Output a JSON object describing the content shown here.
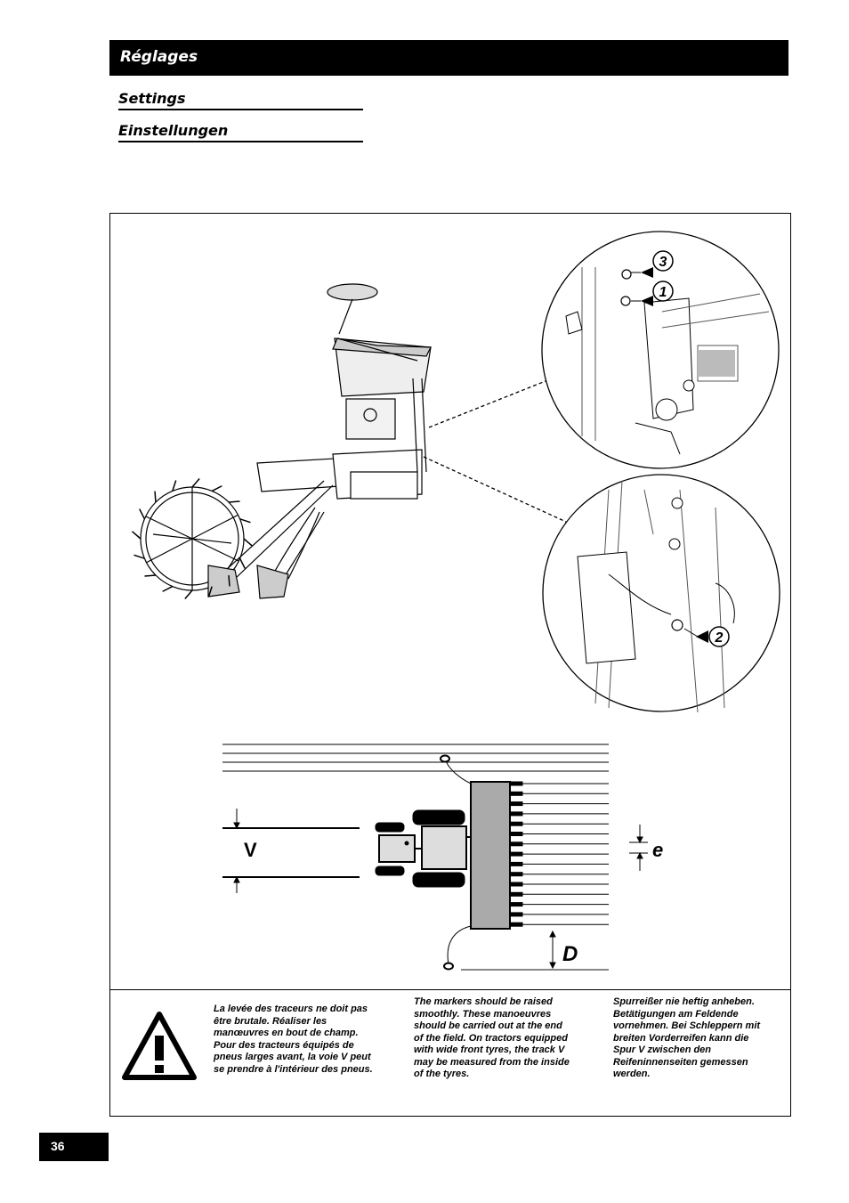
{
  "header": {
    "title": "Réglages"
  },
  "subheadings": {
    "settings": "Settings",
    "einstellungen": "Einstellungen"
  },
  "figure": {
    "callouts": {
      "c3": "3",
      "c1": "1",
      "c2": "2"
    },
    "labels": {
      "V": "V",
      "e": "e",
      "D": "D"
    }
  },
  "notes": {
    "fr": "La levée des traceurs ne doit pas être brutale. Réaliser les manœuvres en bout de champ. Pour des tracteurs équipés de pneus larges avant, la voie V peut se prendre à l'intérieur des pneus.",
    "en": "The markers should be raised smoothly. These manoeuvres should be carried out at the end of the field. On tractors equipped with wide front tyres, the track V may be measured from the inside of the tyres.",
    "de": "Spurreißer nie heftig anheben. Betätigungen am Feldende vornehmen. Bei Schleppern mit breiten Vorderreifen kann die Spur V zwischen den Reifeninnenseiten gemessen werden."
  },
  "footer": {
    "page_number": "36"
  }
}
